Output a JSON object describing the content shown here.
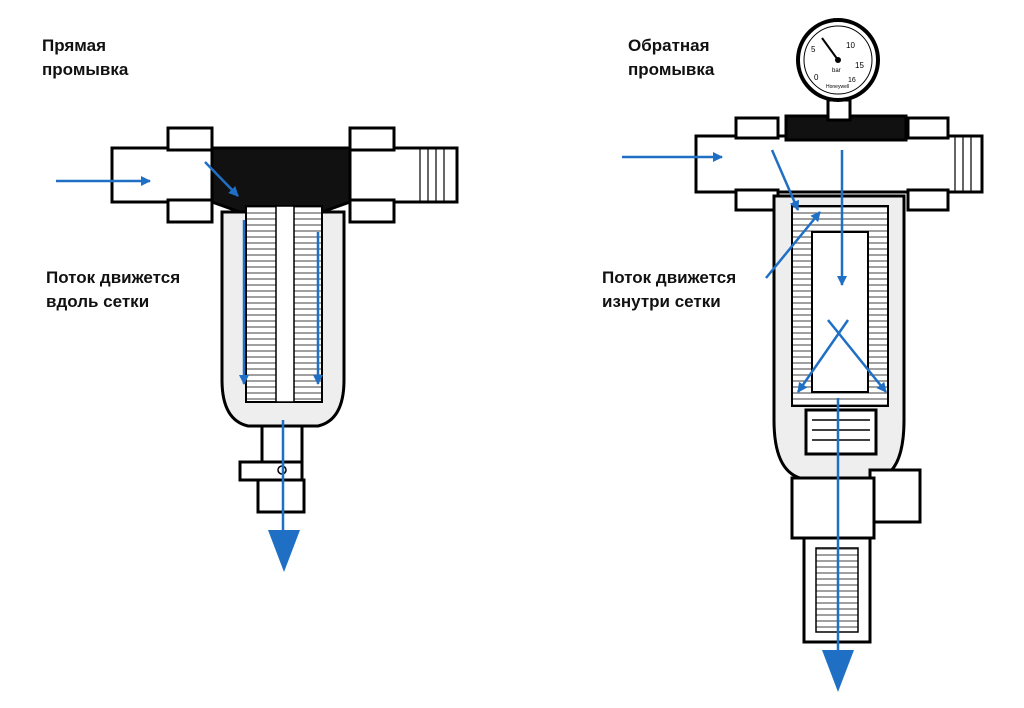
{
  "left": {
    "title": "Прямая\nпромывка",
    "flow_label": "Поток движется\nвдоль сетки"
  },
  "right": {
    "title": "Обратная\nпромывка",
    "flow_label": "Поток движется\nизнутри сетки",
    "gauge": {
      "ticks": [
        "0",
        "5",
        "10",
        "15",
        "16"
      ],
      "unit": "bar",
      "brand": "Honeywell"
    }
  },
  "colors": {
    "flow_arrow": "#1f6fc5",
    "outline": "#000000",
    "fill_gray": "#d9d9d9"
  }
}
